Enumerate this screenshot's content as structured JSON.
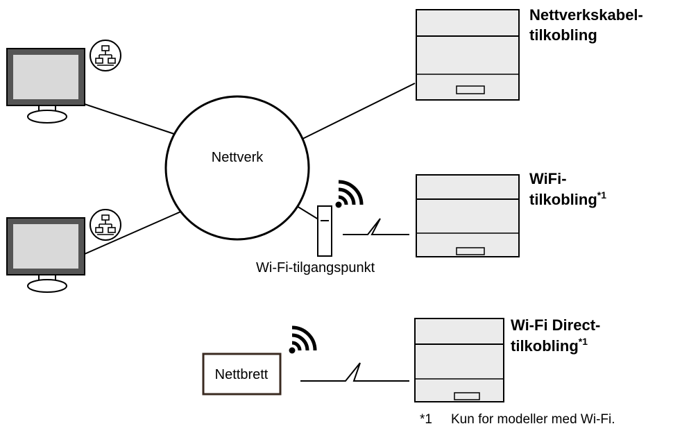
{
  "network_label": "Nettverk",
  "access_point_label": "Wi-Fi-tilgangspunkt",
  "tablet_label": "Nettbrett",
  "connections": {
    "wired": {
      "line1": "Nettverkskabel-",
      "line2": "tilkobling"
    },
    "wifi": {
      "line1": "WiFi-",
      "line2": "tilkobling",
      "sup": "*1"
    },
    "wifi_direct": {
      "line1": "Wi-Fi Direct-",
      "line2": "tilkobling",
      "sup": "*1"
    }
  },
  "footnote": {
    "mark": "*1",
    "text": "Kun for modeller med Wi-Fi."
  },
  "colors": {
    "monitor_screen": "#d9d9d9",
    "printer_fill": "#ebebeb",
    "tablet_border": "#3a2a20",
    "line": "#000000"
  },
  "icons": {
    "lan_badge": "network-lan-icon",
    "wireless": "wifi-signal-icon"
  }
}
